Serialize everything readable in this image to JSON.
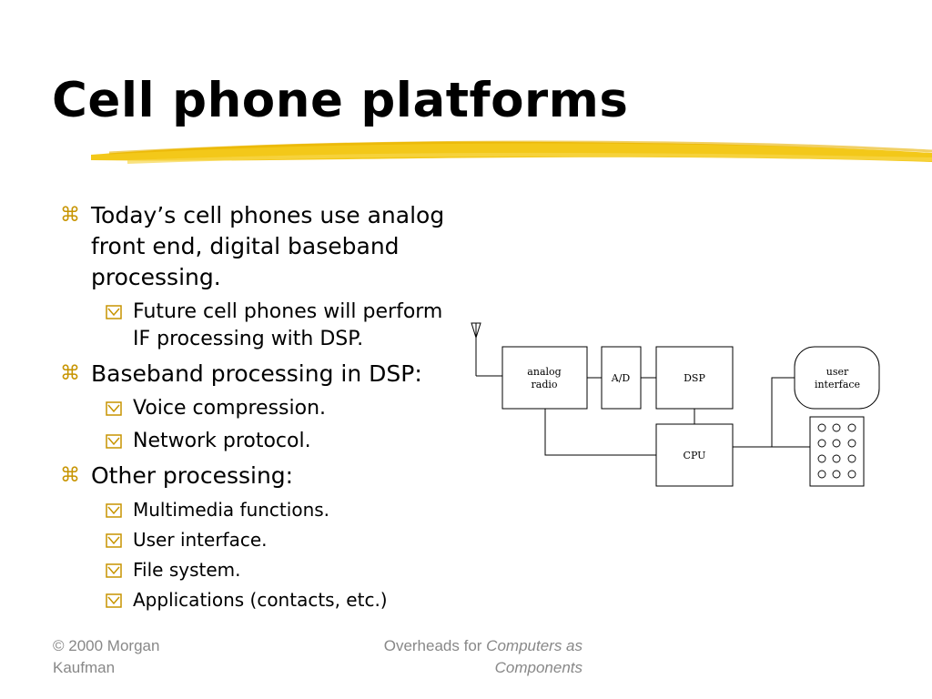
{
  "slide": {
    "title": "Cell phone platforms"
  },
  "bullets": [
    {
      "text": "Today’s cell phones use analog front end, digital baseband processing."
    },
    {
      "text": "Future cell phones will perform IF processing with DSP."
    },
    {
      "text": "Baseband processing in DSP:"
    },
    {
      "text": "Voice compression."
    },
    {
      "text": "Network protocol."
    },
    {
      "text": "Other processing:"
    },
    {
      "text": "Multimedia functions."
    },
    {
      "text": "User interface."
    },
    {
      "text": "File system."
    },
    {
      "text": "Applications (contacts, etc.)"
    }
  ],
  "diagram": {
    "analog_radio_line1": "analog",
    "analog_radio_line2": "radio",
    "ad": "A/D",
    "dsp": "DSP",
    "cpu": "CPU",
    "ui_line1": "user",
    "ui_line2": "interface"
  },
  "footer": {
    "copyright_line1": "© 2000 Morgan",
    "copyright_line2": "Kaufman",
    "overheads_prefix": "Overheads for ",
    "overheads_book_line1": "Computers as",
    "overheads_book_line2": "Components"
  },
  "colors": {
    "highlight": "#f2c200",
    "bullet_mark": "#c79400",
    "footer_text": "#888888"
  },
  "icons": {
    "level1_bullet": "command-key-icon",
    "level2_bullet": "checkbox-y-icon"
  }
}
